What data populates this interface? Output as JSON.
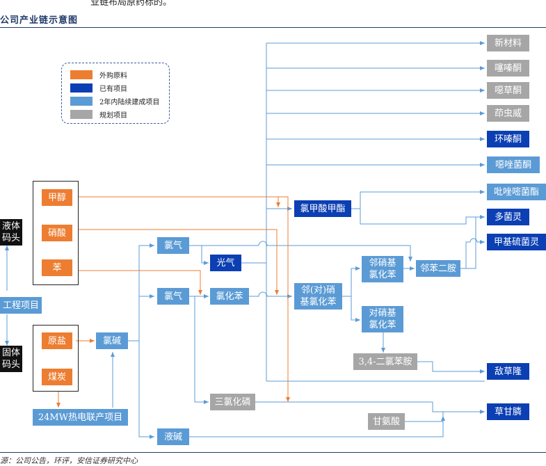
{
  "header": {
    "top_text": "业链布局原药标的。",
    "title": "公司产业链示意图",
    "source": "源：公司公告，环评，安信证券研究中心"
  },
  "legend": [
    {
      "label": "外购原料",
      "color": "#ed7d31"
    },
    {
      "label": "已有项目",
      "color": "#0b3fb3"
    },
    {
      "label": "2年内陆续建成项目",
      "color": "#5b9bd5"
    },
    {
      "label": "规划项目",
      "color": "#a6a6a6"
    }
  ],
  "nodes": {
    "methanol": "甲醇",
    "nitric_acid": "硝酸",
    "benzene": "苯",
    "crude_salt": "原盐",
    "coal": "煤炭",
    "liquid_terminal": "液体\n码头",
    "engineering": "工程项目",
    "solid_terminal": "固体\n码头",
    "chlor_alkali": "氯碱",
    "cogen": "24MW热电联产项目",
    "chlorine_1": "氯气",
    "chlorine_2": "氯气",
    "liquid_alkali": "液碱",
    "phosgene": "光气",
    "chlorobenzene": "氯化苯",
    "pcl3": "三氯化磷",
    "methyl_chloroformate": "氯甲酸甲酯",
    "nitrochlorobenzene": "邻(对)硝\n基氯化苯",
    "o_nitro": "邻硝基\n氯化苯",
    "p_nitro": "对硝基\n氯化苯",
    "o_phenylenediamine": "邻苯二胺",
    "dichloroaniline": "3,4-二氯苯胺",
    "glycine": "甘氨酸",
    "new_material": "新材料",
    "thiadiazolone": "噻嗪酮",
    "oxadiazon": "噁草酮",
    "indoxacarb": "茚虫威",
    "cyclothiazone": "环嗪酮",
    "oxazolone": "噁唑菌酮",
    "pyraclostrobin": "吡唑嘧菌酯",
    "carbendazim": "多菌灵",
    "thiophanate_methyl": "甲基硫菌灵",
    "diuron": "敌草隆",
    "glyphosate": "草甘膦"
  }
}
